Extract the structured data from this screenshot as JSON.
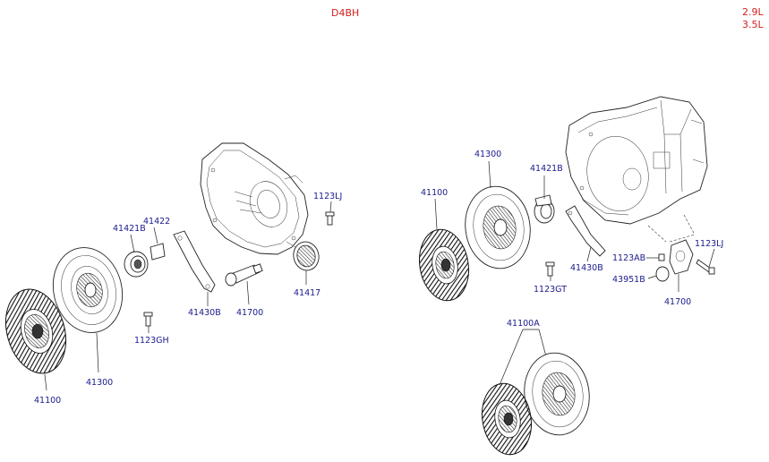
{
  "header": {
    "engine_code": "D4BH",
    "displacements": [
      "2.9L",
      "3.5L"
    ]
  },
  "left_assembly": {
    "labels": {
      "b1123lj": "1123LJ",
      "p41422": "41422",
      "p41421b": "41421B",
      "p41417": "41417",
      "p41430b": "41430B",
      "p41700": "41700",
      "b1123gh": "1123GH",
      "p41300": "41300",
      "p41100": "41100"
    }
  },
  "right_assembly": {
    "labels": {
      "p41300": "41300",
      "p41421b": "41421B",
      "p41100": "41100",
      "p41430b": "41430B",
      "b1123gt": "1123GT",
      "b1123ab": "1123AB",
      "b1123lj": "1123LJ",
      "p43951b": "43951B",
      "p41700": "41700",
      "p41100a": "41100A"
    }
  }
}
